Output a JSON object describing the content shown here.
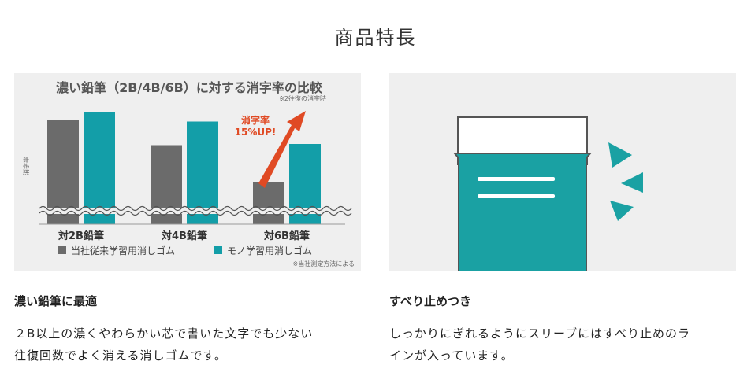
{
  "page_title": "商品特長",
  "colors": {
    "gray_bar": "#6b6b6b",
    "teal_bar": "#139ea8",
    "arrow_red": "#e04a24",
    "panel_bg": "#efefef",
    "eraser_teal": "#1aa1a3"
  },
  "chart_data": {
    "type": "bar",
    "title": "濃い鉛筆（2B/4B/6B）に対する消字率の比較",
    "subtitle": "※2往復の消字時",
    "ylabel": "消字率",
    "categories": [
      "対2B鉛筆",
      "対4B鉛筆",
      "対6B鉛筆"
    ],
    "series": [
      {
        "name": "当社従来学習用消しゴム",
        "values": [
          88,
          67,
          36
        ]
      },
      {
        "name": "モノ学習用消しゴム",
        "values": [
          95,
          87,
          68
        ]
      }
    ],
    "ylim": [
      0,
      100
    ],
    "axis_break": true,
    "callout": "消字率\n15%UP!",
    "footnote": "※当社測定方法による",
    "grid": false,
    "legend_position": "bottom-left"
  },
  "features": [
    {
      "title": "濃い鉛筆に最適",
      "description": "２B以上の濃くやわらかい芯で書いた文字でも少ない\n往復回数でよく消える消しゴムです。"
    },
    {
      "title": "すべり止めつき",
      "description": "しっかりにぎれるようにスリーブにはすべり止めのラ\nインが入っています。"
    }
  ]
}
